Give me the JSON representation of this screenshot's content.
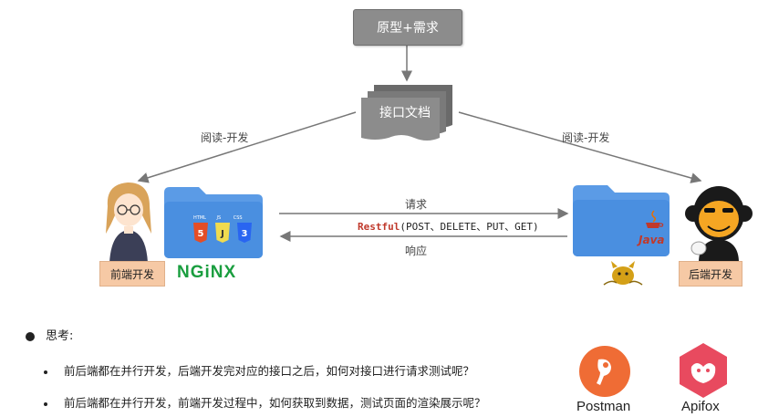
{
  "nodes": {
    "requirement": "原型+需求",
    "api_doc": "接口文档",
    "frontend": "前端开发",
    "backend": "后端开发"
  },
  "edges": {
    "read_develop_left": "阅读-开发",
    "read_develop_right": "阅读-开发",
    "request": "请求",
    "response": "响应"
  },
  "restful": {
    "keyword": "Restful",
    "methods": "(POST、DELETE、PUT、GET)"
  },
  "tech": {
    "frontend_icons": [
      "HTML",
      "JS",
      "CSS"
    ],
    "nginx": "NGiNX",
    "java": "Java"
  },
  "thinking": {
    "title": "思考:",
    "questions": [
      "前后端都在并行开发，后端开发完对应的接口之后，如何对接口进行请求测试呢？",
      "前后端都在并行开发，前端开发过程中，如何获取到数据，测试页面的渲染展示呢？"
    ]
  },
  "tools": {
    "postman": "Postman",
    "apifox": "Apifox"
  },
  "colors": {
    "folder": "#4a90e2",
    "folder_tab": "#6fa8ea",
    "role_tag": "#f6c9a5",
    "box": "#8c8c8c",
    "postman": "#ef6c35",
    "apifox": "#e84a5f",
    "nginx": "#1a9e3f"
  }
}
